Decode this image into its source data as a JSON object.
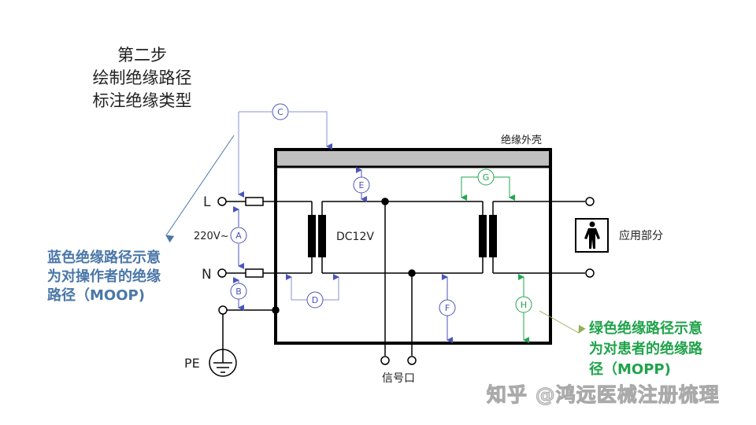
{
  "title": {
    "line1": "第二步",
    "line2": "绘制绝缘路径",
    "line3": "标注绝缘类型"
  },
  "labels": {
    "enclosure": "绝缘外壳",
    "line": "L",
    "neutral": "N",
    "voltage": "220V~",
    "dc": "DC12V",
    "pe": "PE",
    "signal_port": "信号口",
    "applied_part": "应用部分"
  },
  "paths": {
    "A": "A",
    "B": "B",
    "C": "C",
    "D": "D",
    "E": "E",
    "F": "F",
    "G": "G",
    "H": "H"
  },
  "notes": {
    "moop_lines": [
      "蓝色绝缘路径示意",
      "为对操作者的绝缘",
      "路径（MOOP)"
    ],
    "mopp_lines": [
      "绿色绝缘路径示意",
      "为对患者的绝缘路",
      "径（MOPP)"
    ]
  },
  "watermark": "知乎 @鸿远医械注册梳理",
  "colors": {
    "moop": "#4a55b8",
    "mopp": "#22a64e",
    "enclosure_fill": "#c0c0c0"
  }
}
